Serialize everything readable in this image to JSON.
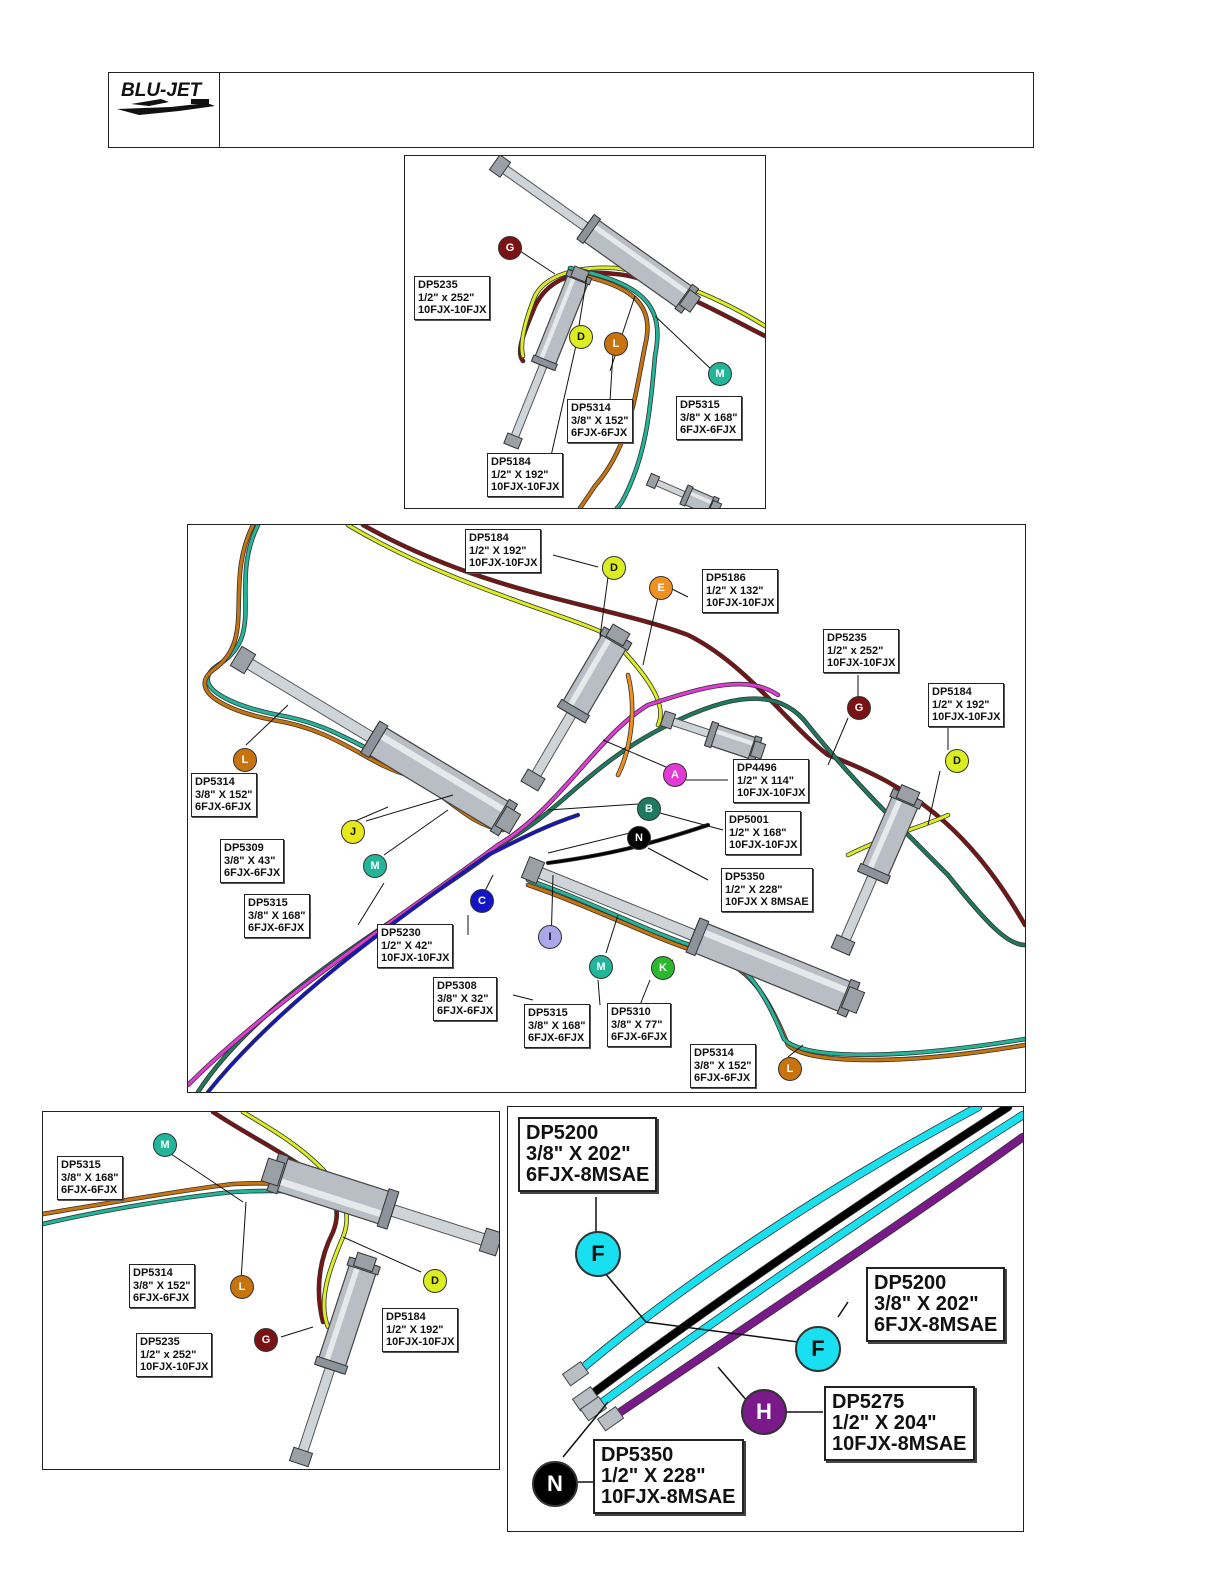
{
  "header": {
    "logo_text": "BLU-JET",
    "title": ""
  },
  "colors": {
    "G": "#7a1414",
    "D": "#dcee22",
    "L": "#c8740e",
    "M": "#22b59a",
    "E": "#f0901e",
    "A": "#e23ad6",
    "B": "#1e7a5e",
    "N": "#000000",
    "J": "#e8e81a",
    "C": "#1414c8",
    "I": "#a8a8ea",
    "K": "#2cb82c",
    "F": "#19e0f0",
    "H": "#7a1a8a"
  },
  "panel1": {
    "callouts": [
      {
        "letter": "G",
        "part": "DP5235",
        "size": "1/2\" x 252\"",
        "fitting": "10FJX-10FJX"
      },
      {
        "letter": "D",
        "part": "DP5184",
        "size": "1/2\" X 192\"",
        "fitting": "10FJX-10FJX"
      },
      {
        "letter": "L",
        "part": "DP5314",
        "size": "3/8\" X 152\"",
        "fitting": "6FJX-6FJX"
      },
      {
        "letter": "M",
        "part": "DP5315",
        "size": "3/8\" X 168\"",
        "fitting": "6FJX-6FJX"
      }
    ]
  },
  "panel2": {
    "callouts": [
      {
        "letter": "D",
        "part": "DP5184",
        "size": "1/2\" X 192\"",
        "fitting": "10FJX-10FJX"
      },
      {
        "letter": "E",
        "part": "DP5186",
        "size": "1/2\" X 132\"",
        "fitting": "10FJX-10FJX"
      },
      {
        "letter": "G",
        "part": "DP5235",
        "size": "1/2\" x 252\"",
        "fitting": "10FJX-10FJX"
      },
      {
        "letter": "D",
        "part": "DP5184",
        "size": "1/2\" X 192\"",
        "fitting": "10FJX-10FJX"
      },
      {
        "letter": "L",
        "part": "DP5314",
        "size": "3/8\" X 152\"",
        "fitting": "6FJX-6FJX"
      },
      {
        "letter": "A",
        "part": "DP4496",
        "size": "1/2\" X 114\"",
        "fitting": "10FJX-10FJX"
      },
      {
        "letter": "B",
        "part": "DP5001",
        "size": "1/2\" X 168\"",
        "fitting": "10FJX-10FJX"
      },
      {
        "letter": "J",
        "part": "DP5309",
        "size": "3/8\" X 43\"",
        "fitting": "6FJX-6FJX"
      },
      {
        "letter": "N",
        "part": "DP5350",
        "size": "1/2\" X 228\"",
        "fitting": "10FJX X 8MSAE"
      },
      {
        "letter": "M",
        "part": "DP5315",
        "size": "3/8\" X 168\"",
        "fitting": "6FJX-6FJX"
      },
      {
        "letter": "C",
        "part": "DP5230",
        "size": "1/2\" X 42\"",
        "fitting": "10FJX-10FJX"
      },
      {
        "letter": "I",
        "part": "DP5308",
        "size": "3/8\" X 32\"",
        "fitting": "6FJX-6FJX"
      },
      {
        "letter": "M",
        "part": "DP5315",
        "size": "3/8\" X 168\"",
        "fitting": "6FJX-6FJX"
      },
      {
        "letter": "K",
        "part": "DP5310",
        "size": "3/8\" X 77\"",
        "fitting": "6FJX-6FJX"
      },
      {
        "letter": "L",
        "part": "DP5314",
        "size": "3/8\" X 152\"",
        "fitting": "6FJX-6FJX"
      }
    ]
  },
  "panel3": {
    "callouts": [
      {
        "letter": "M",
        "part": "DP5315",
        "size": "3/8\" X 168\"",
        "fitting": "6FJX-6FJX"
      },
      {
        "letter": "L",
        "part": "DP5314",
        "size": "3/8\" X 152\"",
        "fitting": "6FJX-6FJX"
      },
      {
        "letter": "D",
        "part": "DP5184",
        "size": "1/2\" X 192\"",
        "fitting": "10FJX-10FJX"
      },
      {
        "letter": "G",
        "part": "DP5235",
        "size": "1/2\" x 252\"",
        "fitting": "10FJX-10FJX"
      }
    ]
  },
  "panel4": {
    "callouts": [
      {
        "letter": "F",
        "part": "DP5200",
        "size": "3/8\" X 202\"",
        "fitting": "6FJX-8MSAE"
      },
      {
        "letter": "F",
        "part": "DP5200",
        "size": "3/8\" X 202\"",
        "fitting": "6FJX-8MSAE"
      },
      {
        "letter": "H",
        "part": "DP5275",
        "size": "1/2\" X 204\"",
        "fitting": "10FJX-8MSAE"
      },
      {
        "letter": "N",
        "part": "DP5350",
        "size": "1/2\" X 228\"",
        "fitting": "10FJX-8MSAE"
      }
    ]
  }
}
